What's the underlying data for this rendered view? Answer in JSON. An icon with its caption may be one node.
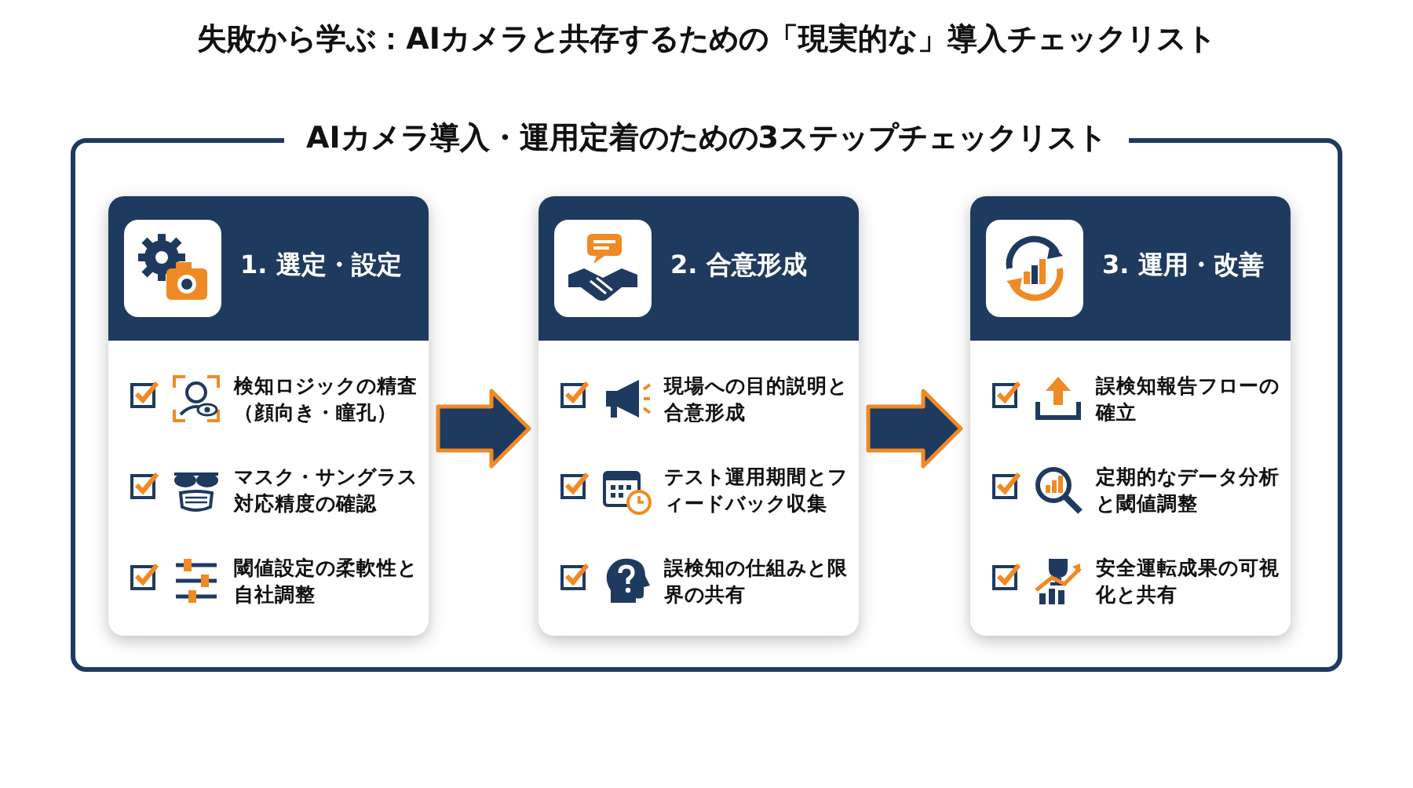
{
  "diagram": {
    "title": "失敗から学ぶ：AIカメラと共存するための「現実的な」導入チェックリスト",
    "nodes": [
      {
        "text": [
          "AIカメラ導入・運用定着のための3ステップチェックリスト"
        ]
      },
      {
        "text": [
          "1. 選定・設定",
          "検知ロジックの精査（顔向き・瞳孔）",
          "マスク・サングラス対応精度の確認",
          "閾値設定の柔軟性と自社調整"
        ],
        "in": 0
      },
      {
        "text": [
          "2. 合意形成",
          "現場への目的説明と合意形成",
          "テスト運用期間とフィードバック収集",
          "誤検知の仕組みと限界の共有"
        ],
        "in": 0
      },
      {
        "text": [
          "3. 運用・改善",
          "誤検知報告フローの確立",
          "定期的なデータ分析と閾値調整",
          "安全運転成果の可視化と共有"
        ],
        "in": 0
      }
    ],
    "edges": [
      {
        "from": 1,
        "to": 2,
        "arrow": "to"
      },
      {
        "from": 2,
        "to": 3,
        "arrow": "to"
      }
    ]
  }
}
